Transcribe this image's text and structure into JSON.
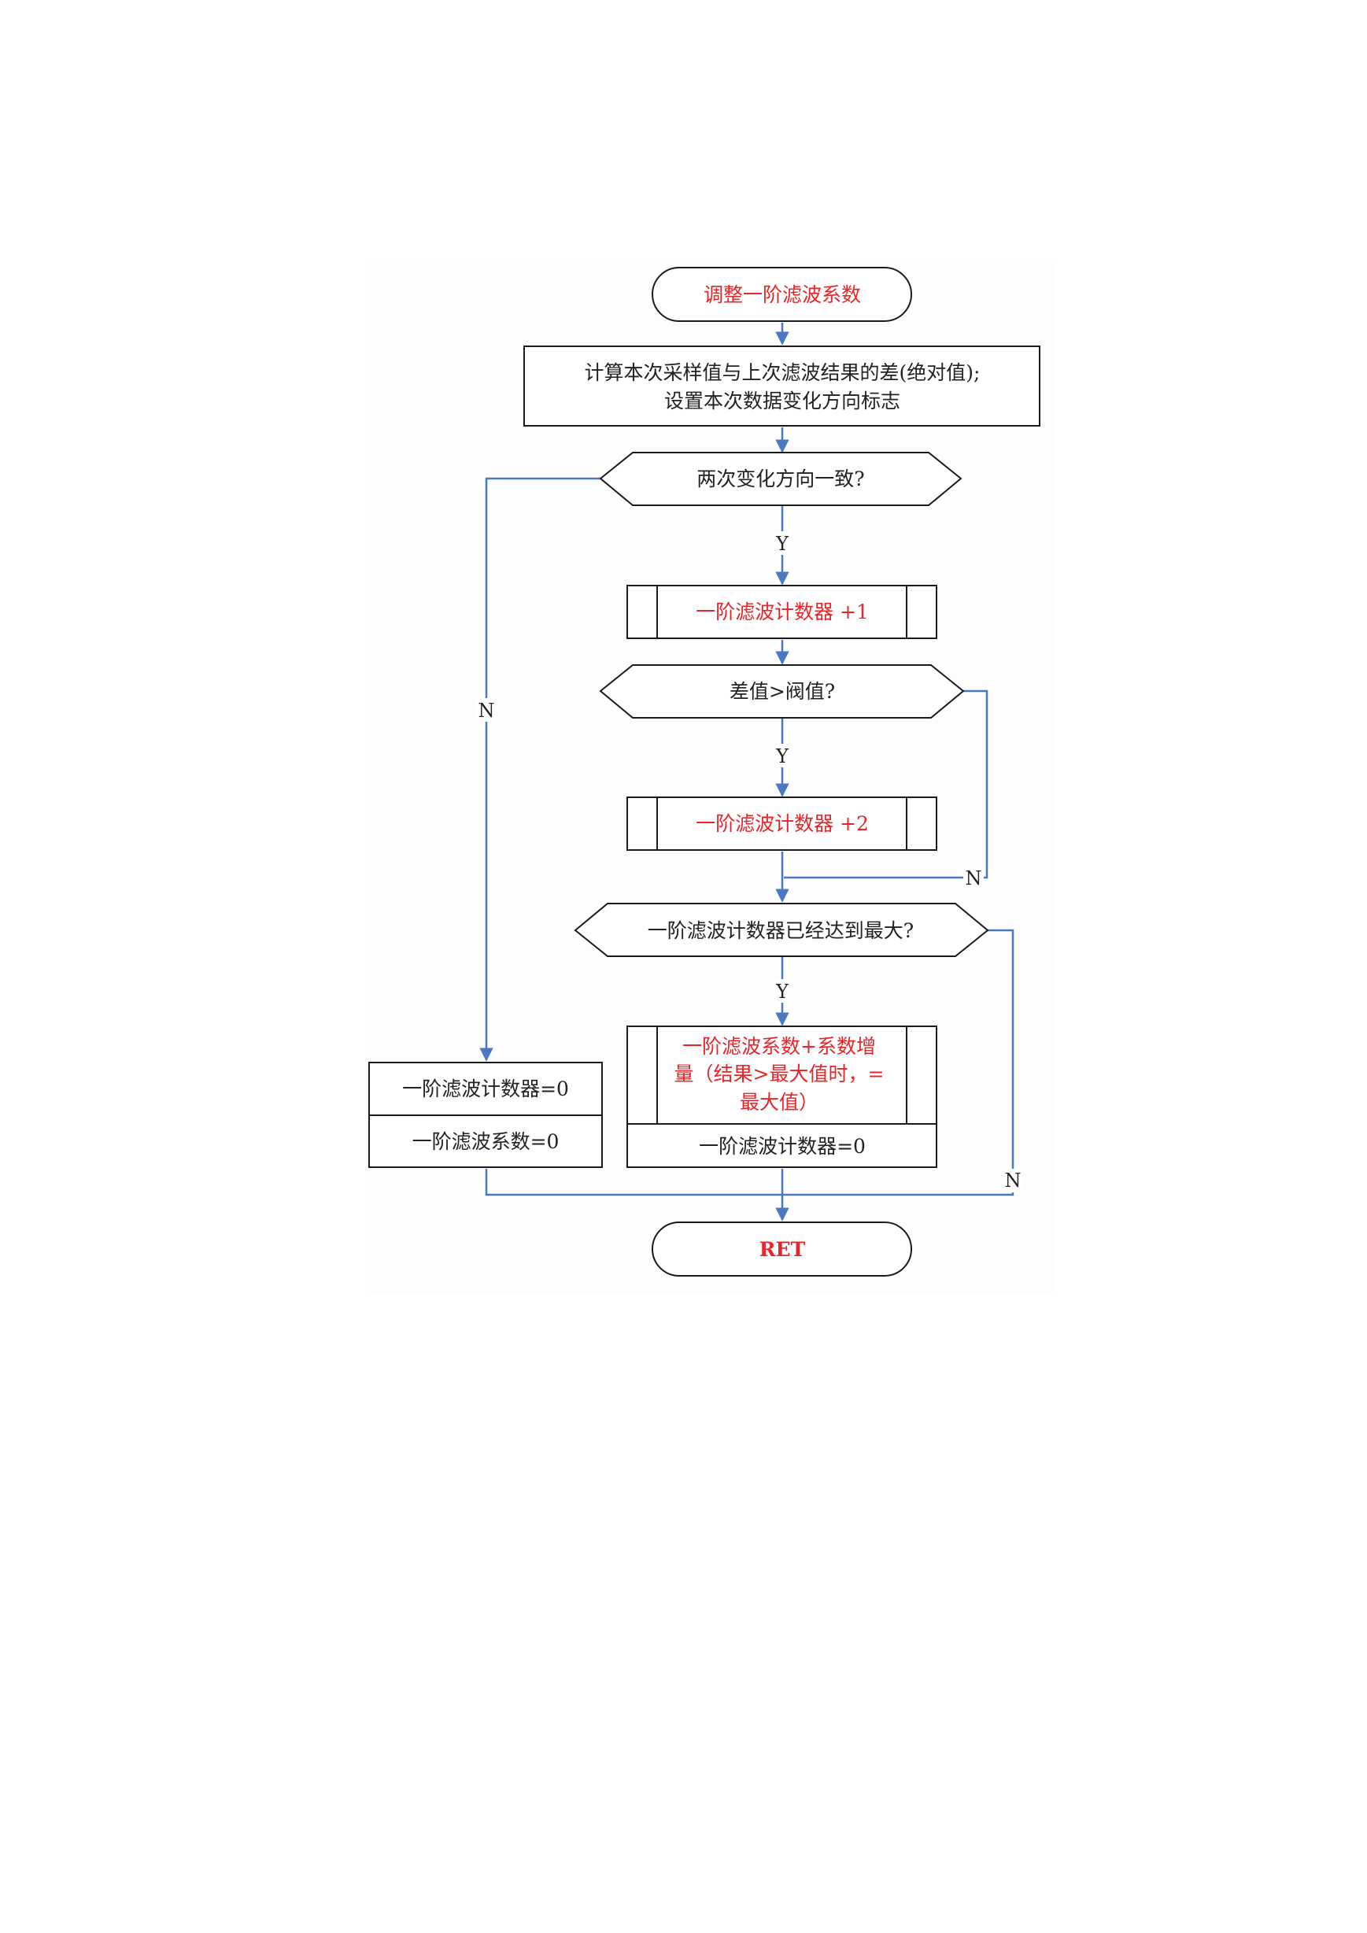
{
  "colors": {
    "accent_text": "#e8262a",
    "line": "#4a78c2",
    "border": "#1a1a1a",
    "text": "#222222"
  },
  "nodes": {
    "start": "调整一阶滤波系数",
    "calc_line1": "计算本次采样值与上次滤波结果的差(绝对值);",
    "calc_line2": "设置本次数据变化方向标志",
    "dir_decision": "两次变化方向一致?",
    "counter_plus1": "一阶滤波计数器 +1",
    "diff_decision": "差值>阀值?",
    "counter_plus2": "一阶滤波计数器 +2",
    "max_decision": "一阶滤波计数器已经达到最大?",
    "coef_inc_line1": "一阶滤波系数+系数增",
    "coef_inc_line2": "量（结果>最大值时，=",
    "coef_inc_line3": "最大值）",
    "counter_zero_right": "一阶滤波计数器=0",
    "counter_zero_left": "一阶滤波计数器=0",
    "coef_zero_left": "一阶滤波系数=0",
    "end": "RET"
  },
  "edge_labels": {
    "yes": "Y",
    "no": "N"
  }
}
